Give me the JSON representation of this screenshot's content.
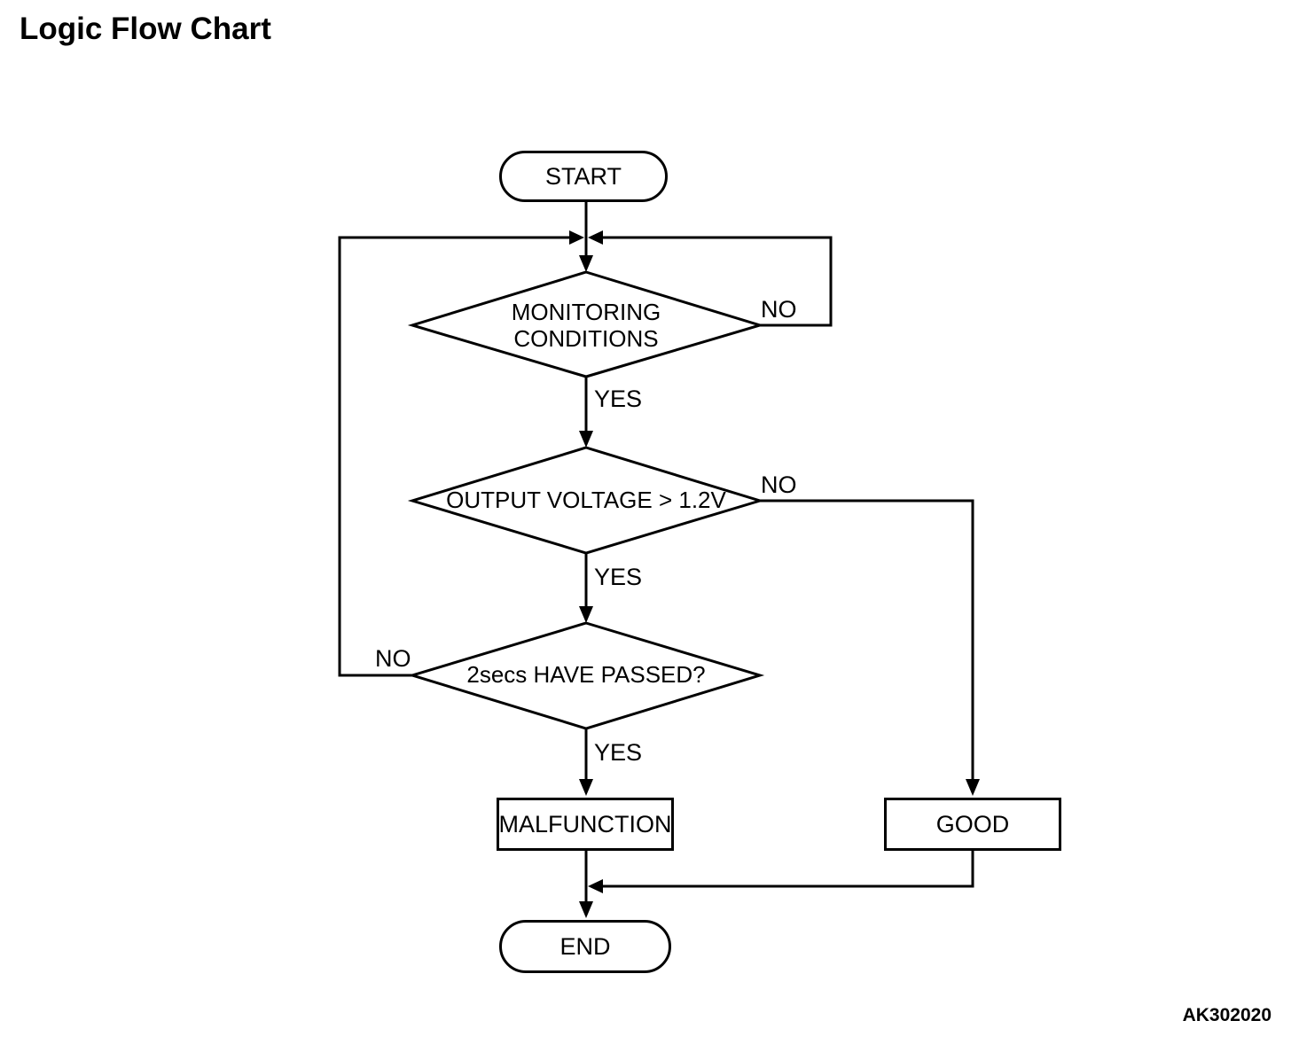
{
  "title": "Logic Flow Chart",
  "footer_code": "AK302020",
  "colors": {
    "line": "#000000",
    "background": "#ffffff",
    "text": "#000000"
  },
  "nodes": {
    "start": {
      "label": "START",
      "type": "terminal"
    },
    "decision_monitoring": {
      "line1": "MONITORING",
      "line2": "CONDITIONS",
      "type": "decision"
    },
    "decision_voltage": {
      "label": "OUTPUT VOLTAGE > 1.2V",
      "type": "decision"
    },
    "decision_timer": {
      "label": "2secs HAVE PASSED?",
      "type": "decision"
    },
    "malfunction": {
      "label": "MALFUNCTION",
      "type": "process"
    },
    "good": {
      "label": "GOOD",
      "type": "process"
    },
    "end": {
      "label": "END",
      "type": "terminal"
    }
  },
  "edge_labels": {
    "monitoring_yes": "YES",
    "monitoring_no": "NO",
    "voltage_yes": "YES",
    "voltage_no": "NO",
    "timer_yes": "YES",
    "timer_no": "NO"
  },
  "edges": [
    {
      "from": "start",
      "to": "decision_monitoring",
      "label": ""
    },
    {
      "from": "decision_monitoring",
      "to": "decision_voltage",
      "label": "YES"
    },
    {
      "from": "decision_monitoring",
      "to": "loop_back_top",
      "label": "NO"
    },
    {
      "from": "decision_voltage",
      "to": "decision_timer",
      "label": "YES"
    },
    {
      "from": "decision_voltage",
      "to": "good",
      "label": "NO"
    },
    {
      "from": "decision_timer",
      "to": "malfunction",
      "label": "YES"
    },
    {
      "from": "decision_timer",
      "to": "loop_back_top",
      "label": "NO"
    },
    {
      "from": "malfunction",
      "to": "end",
      "label": ""
    },
    {
      "from": "good",
      "to": "end",
      "label": ""
    }
  ]
}
